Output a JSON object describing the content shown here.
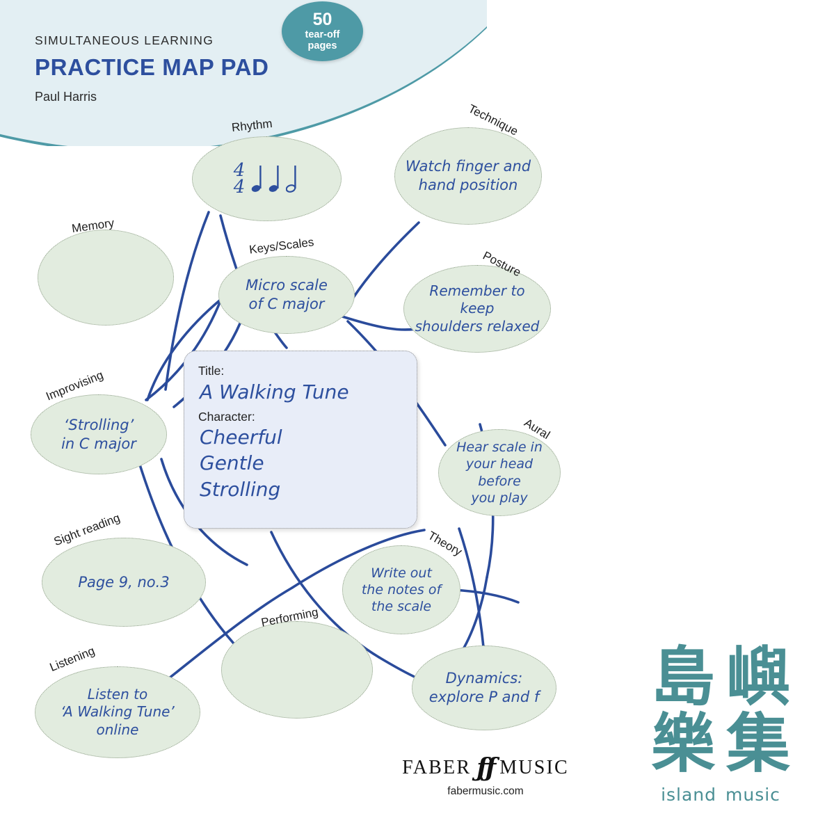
{
  "header": {
    "kicker": "SIMULTANEOUS LEARNING",
    "title": "PRACTICE MAP PAD",
    "author": "Paul Harris",
    "badge_number": "50",
    "badge_text": "tear-off\npages",
    "badge_line1": "50",
    "badge_line2": "tear-off",
    "badge_line3": "pages",
    "band_color": "#e3eff3",
    "band_edge_color": "#4e9aa6",
    "badge_color": "#4e9aa6",
    "title_color": "#2d4f9e"
  },
  "centre_card": {
    "title_label": "Title:",
    "title_value": "A Walking Tune",
    "character_label": "Character:",
    "character_lines": [
      "Cheerful",
      "Gentle",
      "Strolling"
    ],
    "character_text": "Cheerful\nGentle\nStrolling",
    "fill_color": "#e8edf8",
    "text_color": "#2d4f9e"
  },
  "style": {
    "bubble_fill": "#e2ecdf",
    "bubble_border": "#8a9a83",
    "connector_color": "#2a4b9b",
    "handwriting_color": "#2d4f9e",
    "category_color": "#1d1d1d"
  },
  "bubbles": [
    {
      "id": "rhythm",
      "category": "Rhythm",
      "content": "",
      "is_notation": true,
      "notation": {
        "time_signature_top": "4",
        "time_signature_bottom": "4",
        "notes": [
          "quarter",
          "quarter",
          "half"
        ]
      }
    },
    {
      "id": "technique",
      "category": "Technique",
      "content": "Watch finger and\nhand position"
    },
    {
      "id": "memory",
      "category": "Memory",
      "content": ""
    },
    {
      "id": "keys-scales",
      "category": "Keys/Scales",
      "content": "Micro scale\nof C major"
    },
    {
      "id": "posture",
      "category": "Posture",
      "content": "Remember to keep\nshoulders relaxed"
    },
    {
      "id": "improvising",
      "category": "Improvising",
      "content": "‘Strolling’\nin C major"
    },
    {
      "id": "aural",
      "category": "Aural",
      "content": "Hear scale in\nyour head before\nyou play"
    },
    {
      "id": "sight-reading",
      "category": "Sight reading",
      "content": "Page 9, no.3"
    },
    {
      "id": "theory",
      "category": "Theory",
      "content": "Write out\nthe notes of\nthe scale"
    },
    {
      "id": "performing",
      "category": "Performing",
      "content": ""
    },
    {
      "id": "listening",
      "category": "Listening",
      "content": "Listen to\n‘A Walking Tune’\nonline"
    },
    {
      "id": "dynamics",
      "category": "",
      "content": "Dynamics:\nexplore P and f"
    }
  ],
  "faber_logo": {
    "word_left": "FABER",
    "mark": "ƒƒ",
    "word_right": "MUSIC",
    "url": "fabermusic.com"
  },
  "island_logo": {
    "characters": [
      "島",
      "嶼",
      "樂",
      "集"
    ],
    "wordmark_left": "island",
    "wordmark_right": "music",
    "color": "#4a8f94"
  }
}
